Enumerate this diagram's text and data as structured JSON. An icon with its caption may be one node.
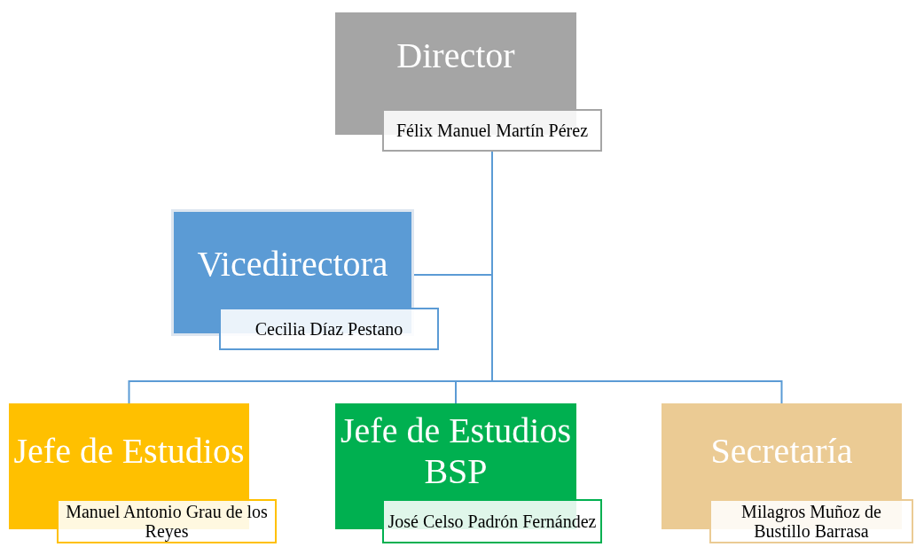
{
  "diagram": {
    "nodes": [
      {
        "text": [
          "Director"
        ]
      },
      {
        "text": [
          "Félix Manuel Martín Pérez"
        ]
      },
      {
        "text": [
          "Vicedirectora"
        ]
      },
      {
        "text": [
          "Cecilia Díaz Pestano"
        ]
      },
      {
        "text": [
          "Jefe de Estudios"
        ]
      },
      {
        "text": [
          "Manuel Antonio Grau de los Reyes"
        ]
      },
      {
        "text": [
          "Jefe de Estudios BSP"
        ]
      },
      {
        "text": [
          "José Celso Padrón Fernández"
        ]
      },
      {
        "text": [
          "Secretaría"
        ]
      },
      {
        "text": [
          "Milagros Muñoz de Bustillo Barrasa"
        ]
      }
    ],
    "edges": [
      {
        "from": 1,
        "to": 2,
        "arrow": "none"
      },
      {
        "from": 1,
        "to": 4,
        "arrow": "none"
      },
      {
        "from": 1,
        "to": 6,
        "arrow": "none"
      },
      {
        "from": 1,
        "to": 8,
        "arrow": "none"
      }
    ]
  }
}
